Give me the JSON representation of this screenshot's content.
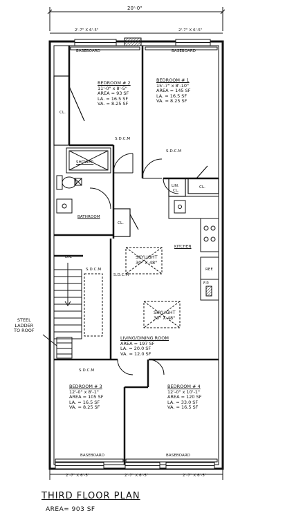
{
  "dimensions": {
    "overall_width": "20'-0\"",
    "window_top_left": "2'-7\" X 6'-5\"",
    "window_top_right": "2'-7\" X 6'-5\"",
    "window_bottom_left": "2'-7\" X 6'-5\"",
    "window_bottom_mid": "2'-7\" X 6'-5\"",
    "window_bottom_right": "2'-7\" X 6'-5\""
  },
  "labels": {
    "baseboard_top_left": "BASEBOARD",
    "baseboard_top_right": "BASEBOARD",
    "baseboard_bottom_left": "BASEBOARD",
    "baseboard_bottom_right": "BASEBOARD",
    "closet_1": "CL.",
    "closet_2": "CL.",
    "closet_3": "CL.",
    "closet_4": "CL.",
    "lin": "LIN.",
    "sdcm_1": "S.D.C.M",
    "sdcm_2": "S.D.C.M",
    "sdcm_3": "S.D.C.M",
    "sdcm_4": "S.D.C.M",
    "sdcm_5": "S.D.C.M",
    "shower": "SHOWER",
    "bathroom": "BATHROOM",
    "kitchen": "KITCHEN",
    "ref": "REF.",
    "fp": "F.P.",
    "dn": "DN.",
    "steel_ladder": [
      "STEEL",
      "LADDER",
      "TO ROOF"
    ]
  },
  "rooms": {
    "bedroom2": [
      "BEDROOM # 2",
      "11'-0\" x 8'-5\"",
      "AREA = 93 SF",
      "LA. = 16.5 SF",
      "VA. = 8.25 SF"
    ],
    "bedroom1": [
      "BEDROOM # 1",
      "15'-7\" x 8'-10\"",
      "AREA = 145 SF",
      "LA. = 16.5 SF",
      "VA. = 8.25 SF"
    ],
    "bedroom3": [
      "BEDROOM # 3",
      "12'-0\" x 8'-1\"",
      "AREA = 105 SF",
      "LA. = 16.5 SF",
      "VA. = 8.25 SF"
    ],
    "bedroom4": [
      "BEDROOM # 4",
      "12'-0\" x 10'-1\"",
      "AREA = 120 SF",
      "LA. = 33.0 SF",
      "VA. = 16.5 SF"
    ],
    "living": [
      "LIVING/DINING ROOM",
      "AREA = 197 SF",
      "LA. = 20.0 SF",
      "VA. = 12.0 SF"
    ]
  },
  "skylights": {
    "skylight1": [
      "SKYLIGHT",
      "30\" X 48\""
    ],
    "skylight2": [
      "SKYLIGHT",
      "30\" X 48\""
    ]
  },
  "title": {
    "name": "THIRD FLOOR PLAN",
    "area": "AREA= 903 SF"
  }
}
